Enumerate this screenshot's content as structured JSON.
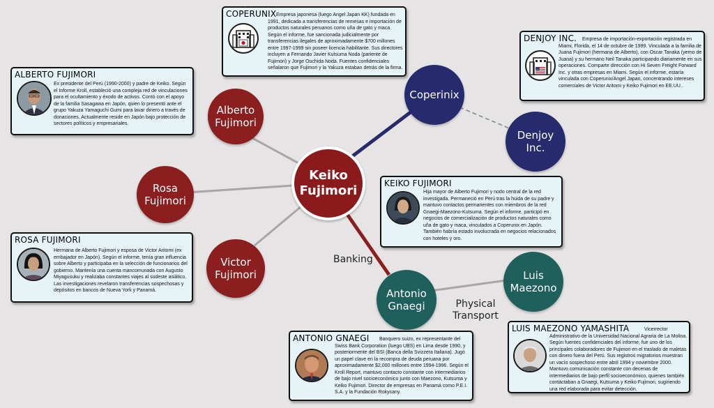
{
  "nodes": {
    "keiko": "Keiko Fujimori",
    "alberto": "Alberto Fujimori",
    "rosa": "Rosa Fujimori",
    "victor": "Victor Fujimori",
    "coperinix": "Coperinix",
    "denjoy": "Denjoy Inc.",
    "antonio": "Antonio Gnaegi",
    "luis": "Luis Maezono"
  },
  "edge_labels": {
    "banking": "Banking",
    "transport": "Physical Transport"
  },
  "cards": {
    "coperunix": {
      "title": "COPERUNIX",
      "text": "Empresa japonesa (luego Angel Japan KK) fundada en 1991, dedicada a transferencias de remesas e importación de productos naturales peruanos como uña de gato y maca. Según el informe, fue sancionada judicialmente por transferencias ilegales de aproximadamente $700 millones entre 1997-1999 sin poseer licencia habilitante. Sus directores incluyen a Fernando Javier Kutsuma Noda (pariente de Fujimori) y Jorge Ouchida Noda. Fuentes confidenciales señalaron que Fujimori y la Yakuza estaban detrás de la firma.",
      "icon": "office-building-japan-flag-icon"
    },
    "denjoy": {
      "title": "DENJOY INC.",
      "text": "Empresa de importación-exportación registrada en Miami, Florida, el 14 de octubre de 1999. Vinculada a la familia de Juana Fujimori (hermana de Alberto), con Oscar Tanaka (yerno de Juana) y su hermano Neil Tanaka participando diariamente en sus operaciones. Comparte dirección con Hi Seven Freight Forward Inc. y otras empresas en Miami. Según el informe, estaría vinculada con Coperunix/Angel Japan, concentrando intereses comerciales de Victor Aritomi y Keiko Fujimori en EE.UU..",
      "icon": "office-building-us-flag-icon"
    },
    "alberto": {
      "title": "ALBERTO FUJIMORI",
      "text": "Ex presidente del Perú (1990-2000) y padre de Keiko. Según el Informe Kroll, estableció una compleja red de vinculaciones para el ocultamiento y éxodo de activos. Contó con el apoyo de la familia Sasagawa en Japón, quien lo presentó ante el grupo Yakuza Yamaguchi Gumi para lavar dinero a través de donaciones. Actualmente reside en Japón bajo protección de sectores políticos y empresariales."
    },
    "keiko": {
      "title": "KEIKO FUJIMORI",
      "text": "Hija mayor de Alberto Fujimori y nodo central de la red investigada. Permaneció en Perú tras la huida de su padre y mantuvo contactos permanentes con miembros de la red Gnaegi-Maezono-Kutsuma. Según el informe, participó en negocios de comercialización de productos naturales como uña de gato y maca, vinculados a Coperunix en Japón. También habría estado involucrada en negocios relacionados con hoteles y oro."
    },
    "rosa": {
      "title": "ROSA FUJIMORI",
      "text": "Hermana de Alberto Fujimori y esposa de Victor Aritomi (ex embajador en Japón). Según el informe, tenía gran influencia sobre Alberto y participaba en la selección de funcionarios del gobierno. Mantenía una cuenta mancomunada con Augusto Miyagusuku y realizaba constantes viajes al sudeste asiático. Las investigaciones revelaron transferencias sospechosas y depósitos en bancos de Nueva York y Panamá."
    },
    "antonio": {
      "title": "ANTONIO GNAEGI",
      "text": "Banquero suizo, ex representante del Swiss Bank Corporation (luego UBS) en Lima desde 1990, y posteriormente del BSI (Banca della Svizzera Italiana). Jugó un papel clave en la recompra de deuda peruana por aproximadamente $2,000 millones entre 1994-1996. Según el Kroll Report, mantuvo contacto constante con intermediarios de bajo nivel socioeconómico junto con Maezono, Kutsuma y Keiko Fujimori. Director de empresas en Panamá como P.E.I. S.A. y la Fundación Rokycany."
    },
    "luis": {
      "title": "LUIS MAEZONO YAMASHITA",
      "text": "Vicerrector Administrativo de la Universidad Nacional Agraria de La Molina. Según fuentes confidenciales del informe, fue uno de los principales colaboradores de Fujimori en el traslado de maletas con dinero fuera del Perú. Sus registros migratorios muestran un vacío sospechoso entre abril 1994 y noviembre 2000. Mantuvo comunicación constante con decenas de intermediarios de bajo perfil socioeconómico, quienes también contactaban a Gnaegi, Kutsuma y Keiko Fujimori, sugiriendo una red elaborada para evitar detección."
    }
  },
  "colors": {
    "family_red": "#8b1e1f",
    "corporate_navy": "#262b6d",
    "associate_teal": "#1f5f5c",
    "card_bg": "#e6f3f7",
    "background": "#e6e4e5"
  }
}
